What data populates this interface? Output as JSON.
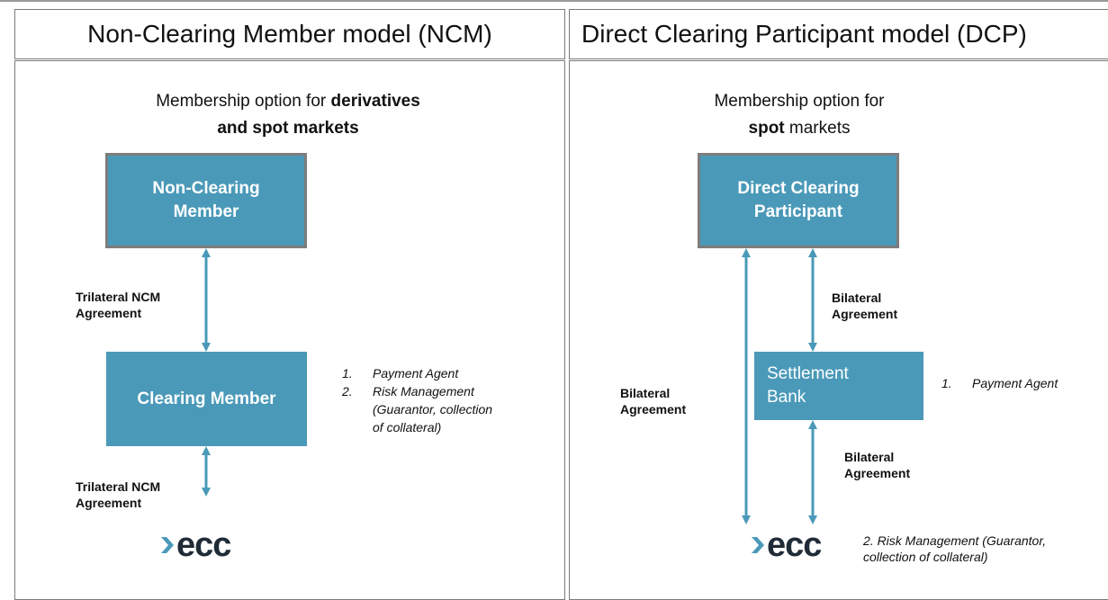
{
  "colors": {
    "box_fill": "#4a99b8",
    "arrow": "#4a99b8",
    "border": "#7a7a7a",
    "logo_chevron": "#4a99b8"
  },
  "left_panel": {
    "header": "Non-Clearing Member model (NCM)",
    "intro_line1_prefix": "Membership option for ",
    "intro_line1_bold": "derivatives",
    "intro_line2_bold": "and spot markets",
    "top_box": "Non-Clearing\nMember",
    "middle_box": "Clearing Member",
    "agreement_top": "Trilateral NCM\nAgreement",
    "agreement_bottom": "Trilateral NCM\nAgreement",
    "notes": [
      {
        "num": "1.",
        "text": "Payment Agent"
      },
      {
        "num": "2.",
        "text": "Risk Management\n(Guarantor, collection\nof collateral)"
      }
    ],
    "logo": {
      "icon": "chevron-right-icon",
      "text": "ecc"
    }
  },
  "right_panel": {
    "header": "Direct Clearing Participant model (DCP)",
    "intro_line1": "Membership option for",
    "intro_line2_bold": "spot",
    "intro_line2_rest": " markets",
    "top_box": "Direct Clearing\nParticipant",
    "middle_box": "Settlement\nBank",
    "agreement_left": "Bilateral\nAgreement",
    "agreement_upper": "Bilateral\nAgreement",
    "agreement_lower": "Bilateral\nAgreement",
    "note_payment": {
      "num": "1.",
      "text": "Payment Agent"
    },
    "note_risk": "2. Risk Management (Guarantor,\ncollection of collateral)",
    "logo": {
      "icon": "chevron-right-icon",
      "text": "ecc"
    }
  }
}
